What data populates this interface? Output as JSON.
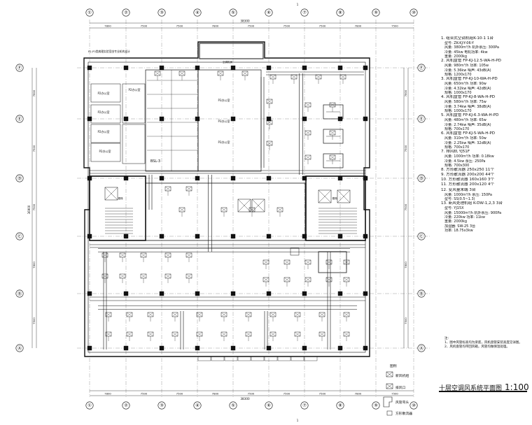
{
  "drawing": {
    "title": "十层空调风系统平面图",
    "scale": "1:100",
    "page_mark": "1"
  },
  "grid": {
    "columns": [
      "①",
      "②",
      "③",
      "④",
      "⑤",
      "⑥",
      "⑦",
      "⑧",
      "⑨",
      "⑩"
    ],
    "rows": [
      "Ⓕ",
      "Ⓔ",
      "Ⓓ",
      "Ⓒ",
      "Ⓑ",
      "Ⓐ"
    ],
    "top_dims": [
      "7800",
      "7500",
      "7500",
      "7800",
      "7500",
      "7500",
      "7500",
      "7800",
      "7500"
    ],
    "overall_dim": "38300",
    "side_dims": [
      "7800",
      "7500",
      "7500",
      "7800",
      "7500"
    ],
    "overall_side": "36900"
  },
  "rooms": {
    "p2": [
      "P2办公室",
      "P2办公室",
      "P2办公室",
      "P2办公室",
      "P2办公室"
    ],
    "p3": [
      "P3办公室",
      "P3办公室",
      "P3办公室"
    ],
    "note_top_left": "P2,P3类病理实验室由专业机构设计",
    "riser": "BSL-3",
    "stair_1": "楼梯",
    "stair_2": "楼梯",
    "room_ac": "空调机房"
  },
  "equipment_list": [
    {
      "label": "1. 组合式空调机组K-10-1 1台",
      "specs": [
        "型号: ZK-KJ-Y-06-Y",
        "风量: 3800m³/h  机外余压: 300Pa",
        "冷量: 45kw  电机功率: 4kw",
        "重量: 2000kg"
      ]
    },
    {
      "label": "2. 风机盘管 FP-KJ-12.5-WA-H-PD",
      "specs": [
        "风量: 980m³/h  功率: 105w",
        "冷量: 5.36kw  噪声: 43dB(A)",
        "规格: 1200x170"
      ]
    },
    {
      "label": "3. 风机盘管 FP-KJ-10-WA-H-PD",
      "specs": [
        "风量: 650m³/h  功率: 90w",
        "冷量: 4.32kw  噪声: 42dB(A)",
        "规格: 1000x170"
      ]
    },
    {
      "label": "4. 风机盘管 FP-KJ-8-WA-H-PD",
      "specs": [
        "风量: 580m³/h  功率: 75w",
        "冷量: 3.74kw  噪声: 38dB(A)",
        "规格: 1000x170"
      ]
    },
    {
      "label": "5. 风机盘管 FP-KJ-6.3-WA-H-PD",
      "specs": [
        "风量: 480m³/h  功率: 65w",
        "冷量: 2.74kw  噪声: 35dB(A)",
        "规格: 700x170"
      ]
    },
    {
      "label": "6. 风机盘管 FP-KJ-5-WA-H-PD",
      "specs": [
        "风量: 310m³/h  功率: 50w",
        "冷量: 2.25kw  噪声: 32dB(A)",
        "规格: 700x170"
      ]
    },
    {
      "label": "7. 排风机 YJ51F",
      "specs": [
        "风量: 1000m³/h  功率: 0.18kw",
        "冷量: 4.5kw  余压: 250Pa",
        "规格: 700x300"
      ]
    },
    {
      "label": "8. 方形散流器 250x250  11个",
      "specs": []
    },
    {
      "label": "9. 方形散流器 200x200  44个",
      "specs": []
    },
    {
      "label": "10. 方形散流器 160x160  3个",
      "specs": []
    },
    {
      "label": "11. 方形散流器 200x120  4个",
      "specs": []
    },
    {
      "label": "12. 变风量末端  3台",
      "specs": [
        "风量: 1000m³/h  余压: 150Pa",
        "型号: SS(0.5~1.3)"
      ]
    },
    {
      "label": "13. 新风处理机组 K-DW-1,2,3  3台",
      "specs": [
        "型号: YJ15X",
        "风量: 15000m³/h  机外余压: 900Pa",
        "冷量: 220kw  功率: 11kw",
        "重量: 2000kg",
        "加湿器: SW-25  3台",
        "功率: 18.75x3kw"
      ]
    }
  ],
  "notes": [
    "注:",
    "1、图中风管标高均为梁底，风机盘管安装高度见详图。",
    "2、风机盘管均带回风箱，风管均做保温处理。"
  ],
  "symbols": {
    "heading": "图例",
    "items": [
      "新风机组",
      "排风口",
      "风管弯头",
      "方形散流器"
    ]
  },
  "colors": {
    "line": "#111111",
    "background": "#ffffff"
  }
}
